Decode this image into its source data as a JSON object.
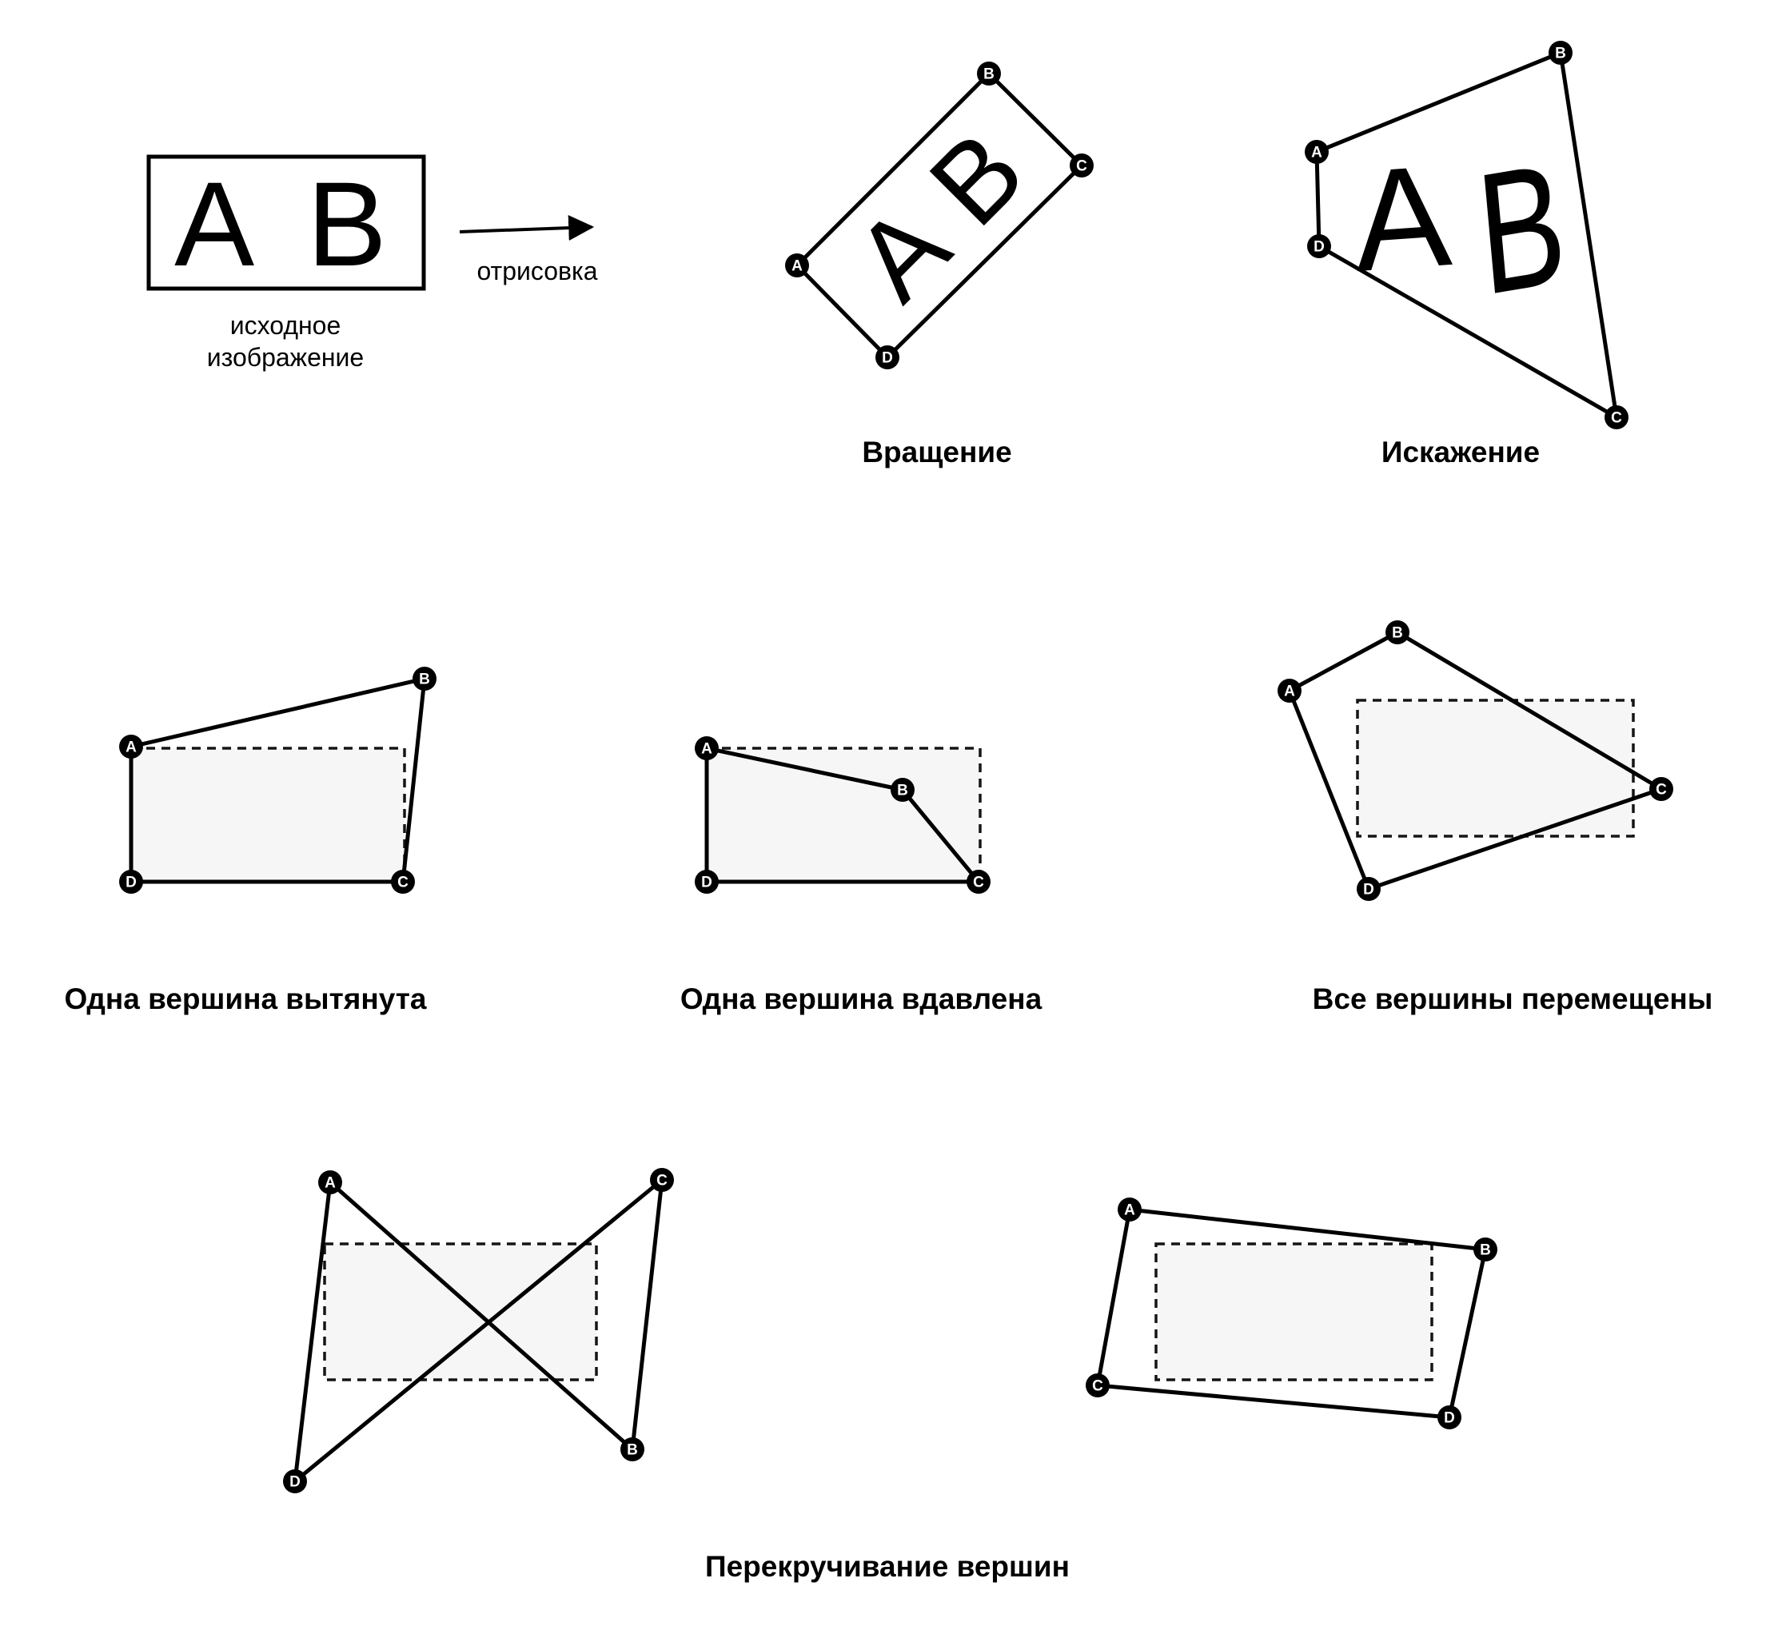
{
  "source_box": {
    "text": "А В",
    "caption_line1": "исходное",
    "caption_line2": "изображение"
  },
  "arrow": {
    "label": "отрисовка"
  },
  "vertex_labels": {
    "A": "A",
    "B": "B",
    "C": "C",
    "D": "D"
  },
  "figures": {
    "rotation": {
      "caption": "Вращение",
      "text": "А В"
    },
    "distortion": {
      "caption": "Искажение",
      "text_a": "А",
      "text_b": "B"
    },
    "stretched": {
      "caption": "Одна вершина вытянута"
    },
    "pressed": {
      "caption": "Одна вершина вдавлена"
    },
    "moved": {
      "caption": "Все вершины перемещены"
    },
    "twisted": {
      "caption": "Перекручивание вершин"
    }
  },
  "colors": {
    "stroke": "#000000",
    "ghost_fill": "#f6f6f6",
    "vertex_fill": "#000000",
    "vertex_text": "#ffffff"
  }
}
